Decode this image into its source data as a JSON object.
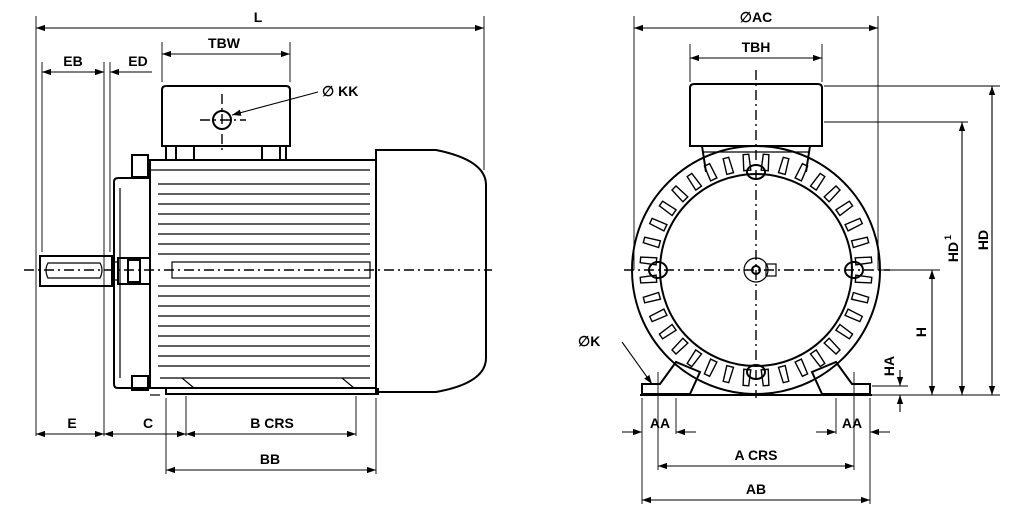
{
  "side_view": {
    "labels": {
      "L": "L",
      "EB": "EB",
      "ED": "ED",
      "TBW": "TBW",
      "KK": "KK",
      "E": "E",
      "C": "C",
      "B_CRS": "B CRS",
      "BB": "BB"
    },
    "diameter_symbol": "∅"
  },
  "end_view": {
    "labels": {
      "AC": "AC",
      "TBH": "TBH",
      "HD": "HD",
      "HD1": "HD",
      "HD1_sup": "1",
      "H": "H",
      "HA": "HA",
      "K": "K",
      "AA_left": "AA",
      "AA_right": "AA",
      "A_CRS": "A CRS",
      "AB": "AB"
    },
    "diameter_symbol": "∅"
  }
}
